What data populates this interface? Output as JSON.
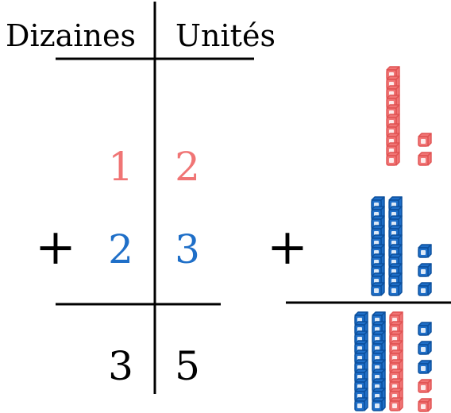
{
  "headers": {
    "tens": "Dizaines",
    "units": "Unités"
  },
  "addition": {
    "row1": {
      "tens": "1",
      "units": "2"
    },
    "row2": {
      "tens": "2",
      "units": "3"
    },
    "result": {
      "tens": "3",
      "units": "5"
    },
    "operator": "+"
  },
  "blocks_operator": "+",
  "blocks": {
    "row1": {
      "rods": [
        "red"
      ],
      "cubes": [
        "red",
        "red"
      ]
    },
    "row2": {
      "rods": [
        "blue",
        "blue"
      ],
      "cubes": [
        "blue",
        "blue",
        "blue"
      ]
    },
    "result": {
      "rods": [
        "blue",
        "blue",
        "red"
      ],
      "cubes": [
        "blue",
        "blue",
        "blue",
        "red",
        "red"
      ]
    }
  },
  "colors": {
    "red": "#f07575",
    "red_dark": "#e05252",
    "blue": "#1f6fc8",
    "blue_dark": "#0b4f9c",
    "ink": "#000000"
  }
}
